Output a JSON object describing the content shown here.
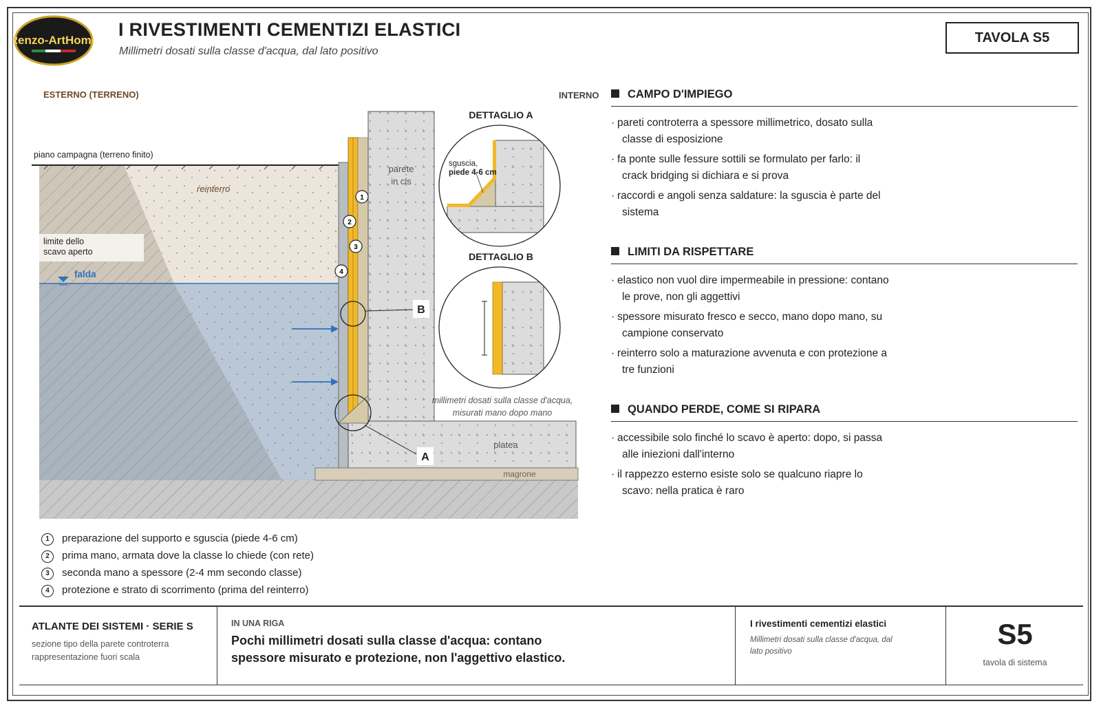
{
  "header": {
    "logo_text": "Renzo-ArtHome",
    "title": "I RIVESTIMENTI CEMENTIZI ELASTICI",
    "subtitle": "Millimetri dosati sulla classe d'acqua, dal lato positivo",
    "tavola": "TAVOLA S5"
  },
  "drawing": {
    "label_exterior": "ESTERNO (TERRENO)",
    "label_interior": "INTERNO",
    "piano_campagna": "piano campagna (terreno finito)",
    "reinterro": "reinterro",
    "limite_scavo_1": "limite dello",
    "limite_scavo_2": "scavo aperto",
    "falda": "falda",
    "parete_1": "parete",
    "parete_2": "in cls",
    "platea": "platea",
    "magrone": "magrone",
    "callout_b": "B",
    "callout_a": "A",
    "note_1": "millimetri dosati sulla classe d'acqua,",
    "note_2": "misurati mano dopo mano",
    "dettaglio_a": "DETTAGLIO A",
    "dettaglio_b": "DETTAGLIO B",
    "sguscia_1": "sguscia,",
    "sguscia_2": "piede 4-6 cm",
    "markers": [
      "1",
      "2",
      "3",
      "4"
    ]
  },
  "legend": [
    {
      "num": "1",
      "text": "preparazione del supporto e sguscia (piede 4-6 cm)"
    },
    {
      "num": "2",
      "text": "prima mano, armata dove la classe lo chiede (con rete)"
    },
    {
      "num": "3",
      "text": "seconda mano a spessore (2-4 mm secondo classe)"
    },
    {
      "num": "4",
      "text": "protezione e strato di scorrimento (prima del reinterro)"
    }
  ],
  "sections": [
    {
      "heading": "CAMPO D'IMPIEGO",
      "bullets": [
        [
          "pareti controterra a spessore millimetrico, dosato sulla",
          "classe di esposizione"
        ],
        [
          "fa ponte sulle fessure sottili se formulato per farlo: il",
          "crack bridging si dichiara e si prova"
        ],
        [
          "raccordi e angoli senza saldature: la sguscia è parte del",
          "sistema"
        ]
      ]
    },
    {
      "heading": "LIMITI DA RISPETTARE",
      "bullets": [
        [
          "elastico non vuol dire impermeabile in pressione: contano",
          "le prove, non gli aggettivi"
        ],
        [
          "spessore misurato fresco e secco, mano dopo mano, su",
          "campione conservato"
        ],
        [
          "reinterro solo a maturazione avvenuta e con protezione a",
          "tre funzioni"
        ]
      ]
    },
    {
      "heading": "QUANDO PERDE, COME SI RIPARA",
      "bullets": [
        [
          "accessibile solo finché lo scavo è aperto: dopo, si passa",
          "alle iniezioni dall'interno"
        ],
        [
          "il rappezzo esterno esiste solo se qualcuno riapre lo",
          "scavo: nella pratica è raro"
        ]
      ]
    }
  ],
  "footer": {
    "series_title": "ATLANTE DEI SISTEMI · SERIE S",
    "series_line1": "sezione tipo della parete controterra",
    "series_line2": "rappresentazione fuori scala",
    "riga_label": "IN UNA RIGA",
    "riga_line1": "Pochi millimetri dosati sulla classe d'acqua: contano",
    "riga_line2": "spessore misurato e protezione, non l'aggettivo elastico.",
    "ref_title": "I rivestimenti cementizi elastici",
    "ref_line1": "Millimetri dosati sulla classe d'acqua, dal",
    "ref_line2": "lato positivo",
    "code": "S5",
    "code_caption": "tavola di sistema"
  },
  "colors": {
    "coating": "#f2b829",
    "water": "#b9c7d6",
    "backfill": "#ebe5dc",
    "concrete": "#dcdcdc",
    "falda_blue": "#2f72b8",
    "text_brown": "#6b4a2a"
  }
}
